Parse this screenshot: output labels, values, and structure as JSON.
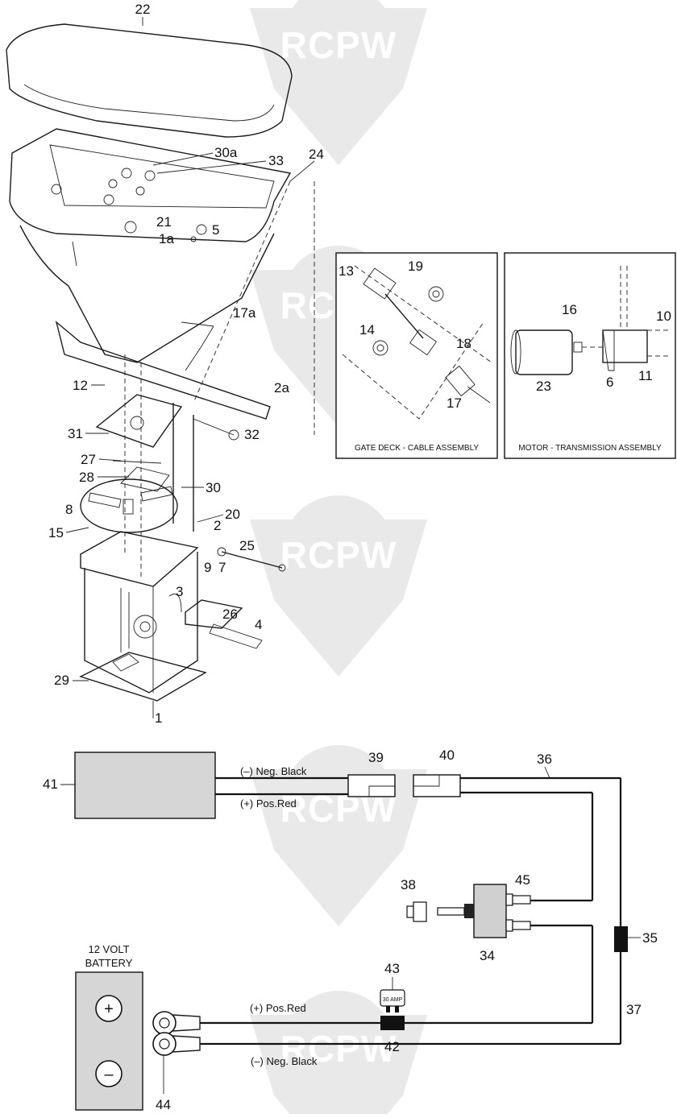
{
  "watermark": {
    "text": "RCPW"
  },
  "panels": {
    "gate_deck": {
      "caption": "GATE DECK - CABLE ASSEMBLY"
    },
    "motor": {
      "caption": "MOTOR - TRANSMISSION ASSEMBLY"
    }
  },
  "callouts": {
    "c22": "22",
    "c30a": "30a",
    "c33": "33",
    "c24": "24",
    "c21": "21",
    "c1a": "1a",
    "c5": "5",
    "c17a": "17a",
    "c12": "12",
    "c2a": "2a",
    "c31": "31",
    "c32": "32",
    "c27": "27",
    "c28": "28",
    "c30": "30",
    "c8": "8",
    "c15": "15",
    "c20": "20",
    "c2": "2",
    "c25": "25",
    "c9": "9",
    "c7": "7",
    "c3": "3",
    "c26": "26",
    "c4": "4",
    "c29": "29",
    "c1": "1",
    "c13": "13",
    "c19": "19",
    "c14": "14",
    "c18": "18",
    "c17": "17",
    "c16": "16",
    "c10": "10",
    "c23": "23",
    "c6": "6",
    "c11": "11",
    "c41": "41",
    "c39": "39",
    "c40": "40",
    "c36": "36",
    "c38": "38",
    "c45": "45",
    "c34": "34",
    "c35": "35",
    "c43": "43",
    "c42": "42",
    "c37": "37",
    "c44": "44"
  },
  "wiring": {
    "neg_top": "(–) Neg. Black",
    "pos_top": "(+) Pos.Red",
    "pos_bottom": "(+) Pos.Red",
    "neg_bottom": "(–) Neg. Black",
    "battery_line1": "12 VOLT",
    "battery_line2": "BATTERY",
    "plus_symbol": "+",
    "minus_symbol": "–",
    "fuse_label": "30 AMP"
  }
}
